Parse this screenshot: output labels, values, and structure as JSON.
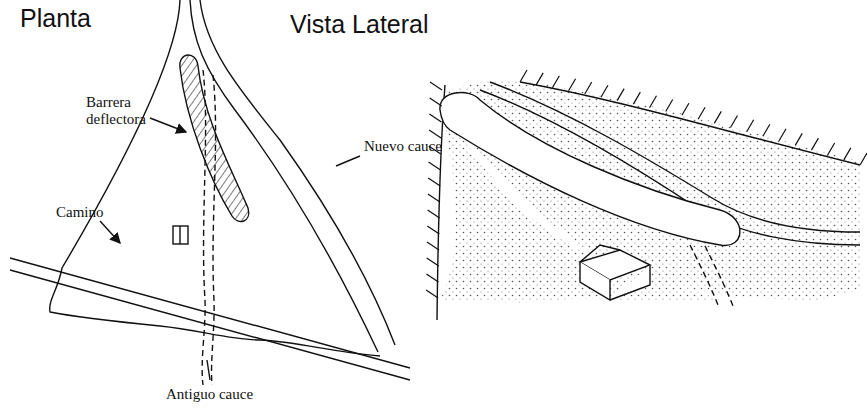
{
  "diagram": {
    "labels": [
      "Planta",
      "Vista Lateral",
      "Barrera deflectora",
      "Nuevo cauce",
      "Camino",
      "Antiguo cauce"
    ]
  }
}
